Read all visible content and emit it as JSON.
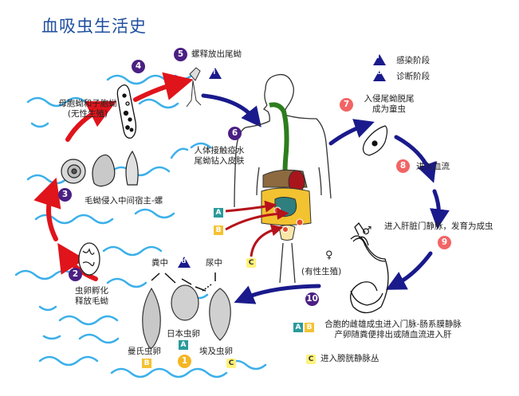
{
  "title": "血吸虫生活史",
  "legend": [
    {
      "icon": "infective-stage-triangle",
      "symbol": "i",
      "label": "感染阶段"
    },
    {
      "icon": "diagnostic-stage-triangle",
      "symbol": "d",
      "label": "诊断阶段"
    }
  ],
  "steps": [
    {
      "number": "1",
      "color": "#f5b623"
    },
    {
      "number": "2",
      "color": "#4b1f83",
      "label_lines": [
        "虫卵孵化",
        "释放毛蚴"
      ]
    },
    {
      "number": "3",
      "color": "#4b1f83",
      "label": "毛蚴侵入中间宿主-螺"
    },
    {
      "number": "4",
      "color": "#4b1f83",
      "label_lines": [
        "母胞蚴和子胞蚴",
        "(无性生殖)"
      ]
    },
    {
      "number": "5",
      "color": "#4b1f83",
      "label": "螺释放出尾蚴"
    },
    {
      "number": "6",
      "color": "#4b1f83",
      "label_lines": [
        "人体接触疫水",
        "尾蚴钻入皮肤"
      ]
    },
    {
      "number": "7",
      "color": "#f26464",
      "label_lines": [
        "入侵尾蚴脱尾",
        "成为童虫"
      ]
    },
    {
      "number": "8",
      "color": "#f26464",
      "label": "进入血流"
    },
    {
      "number": "9",
      "color": "#f26464",
      "label": "进入肝脏门静脉，发育为成虫"
    },
    {
      "number": "10",
      "color": "#4b1f83",
      "label": "(有性生殖)"
    }
  ],
  "eggs": {
    "feces_label": "粪中",
    "urine_label": "尿中",
    "diagnostic_symbol": "d",
    "infective_symbol": "i",
    "mansoni": {
      "label": "曼氏虫卵",
      "tag": "B"
    },
    "japonicum": {
      "label": "日本虫卵",
      "tag": "A"
    },
    "haematobium": {
      "label": "埃及虫卵",
      "tag": "C"
    }
  },
  "body_tags": [
    "A",
    "B",
    "C"
  ],
  "sex_symbols": {
    "female": "♀",
    "male": "♂"
  },
  "notes": {
    "ab_tags": [
      "A",
      "B"
    ],
    "ab_lines": [
      "合胞的雌雄成虫进入门脉-肠系膜静脉",
      "产卵随粪便排出或随血流进入肝"
    ],
    "c_tag": "C",
    "c_line": "进入膀胱静脉丛"
  },
  "colors": {
    "title": "#1f4fa0",
    "water": "#3bb0ea",
    "red_arrow": "#e0141b",
    "blue_arrow": "#1a1a8c",
    "purple_badge": "#4b1f83",
    "pink_badge": "#f26464",
    "tag_A": "#2a9a9b",
    "tag_B": "#f4c233",
    "tag_C": "#fff27a"
  }
}
